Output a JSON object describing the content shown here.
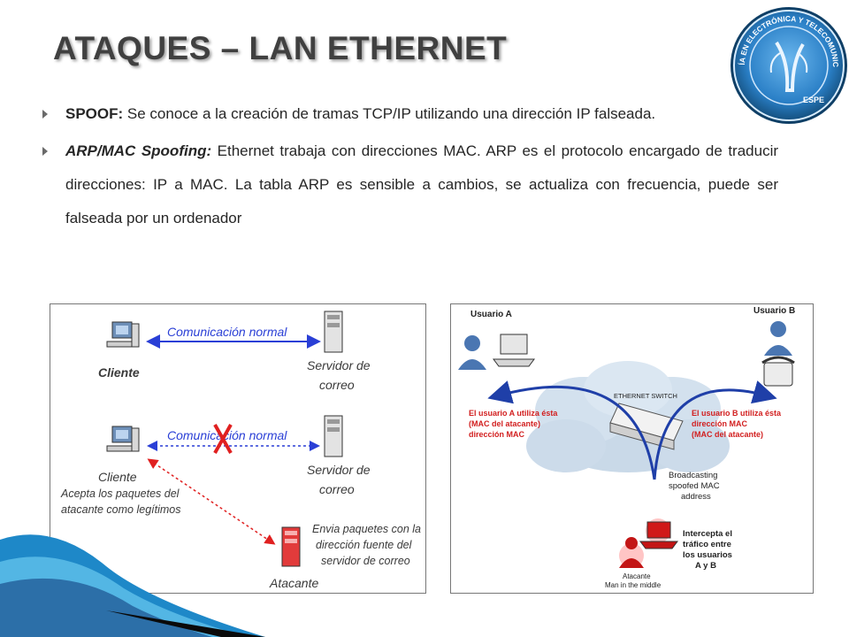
{
  "slide": {
    "title": "ATAQUES – LAN ETHERNET",
    "bullets": [
      {
        "term": "SPOOF:",
        "text": " Se conoce a la creación de tramas TCP/IP utilizando una dirección IP falseada."
      },
      {
        "term": "ARP/MAC Spoofing:",
        "text": " Ethernet trabaja con direcciones MAC. ARP es el protocolo encargado de traducir direcciones: IP a MAC. La tabla ARP es sensible a cambios, se actualiza con frecuencia, puede ser falseada por un ordenador"
      }
    ]
  },
  "logo": {
    "text_top": "INGENIERÍA EN ELECTRÓNICA Y TELECOMUNICACIONES",
    "brand": "ESPE"
  },
  "figure1": {
    "top_link_label": "Comunicación normal",
    "top_client_label": "Cliente",
    "top_server_label_line1": "Servidor de",
    "top_server_label_line2": "correo",
    "bottom_link_label": "Comunicación normal",
    "bottom_client_label": "Cliente",
    "bottom_server_label_line1": "Servidor de",
    "bottom_server_label_line2": "correo",
    "client_note_line1": "Acepta los paquetes del",
    "client_note_line2": "atacante como legítimos",
    "attacker_note_line1": "Envia paquetes con la",
    "attacker_note_line2": "dirección fuente del",
    "attacker_note_line3": "servidor de correo",
    "attacker_label": "Atacante"
  },
  "figure2": {
    "user_a": "Usuario A",
    "user_b": "Usuario B",
    "switch_label": "ETHERNET SWITCH",
    "left_note_line1": "El usuario A utiliza ésta",
    "left_note_line2": "(MAC del atacante)",
    "left_note_line3": "dirección MAC",
    "right_note_line1": "El usuario B utiliza ésta",
    "right_note_line2": "dirección MAC",
    "right_note_line3": "(MAC del atacante)",
    "broadcast_line1": "Broadcasting",
    "broadcast_line2": "spoofed MAC",
    "broadcast_line3": "address",
    "intercept_line1": "Intercepta el",
    "intercept_line2": "tráfico entre",
    "intercept_line3": "los usuarios",
    "intercept_line4": "A y B",
    "attacker_line1": "Atacante",
    "attacker_line2": "Man in the middle"
  },
  "colors": {
    "title": "#404040",
    "text": "#262626",
    "link_blue": "#2a3fd6",
    "attack_red": "#e02020",
    "logo_blue": "#1f6fb5"
  }
}
